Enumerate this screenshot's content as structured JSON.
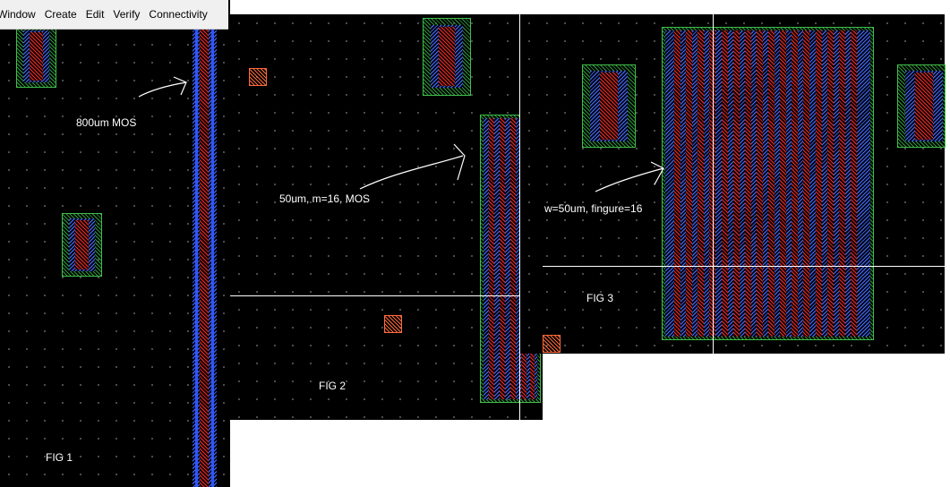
{
  "menu": {
    "items": [
      "Window",
      "Create",
      "Edit",
      "Verify",
      "Connectivity"
    ]
  },
  "annotations": {
    "fig1_caption": "800um MOS",
    "fig2_caption": "50um, m=16, MOS",
    "fig3_caption": "w=50um, fingure=16",
    "fig1_label": "FIG 1",
    "fig2_label": "FIG 2",
    "fig3_label": "FIG 3"
  },
  "colors": {
    "canvas": "#000000",
    "poly": "#e8302a",
    "metal": "#4b6dff",
    "diffusion": "#2d9a3a",
    "contact": "#ff6a3a",
    "annotation": "#ffffff"
  }
}
